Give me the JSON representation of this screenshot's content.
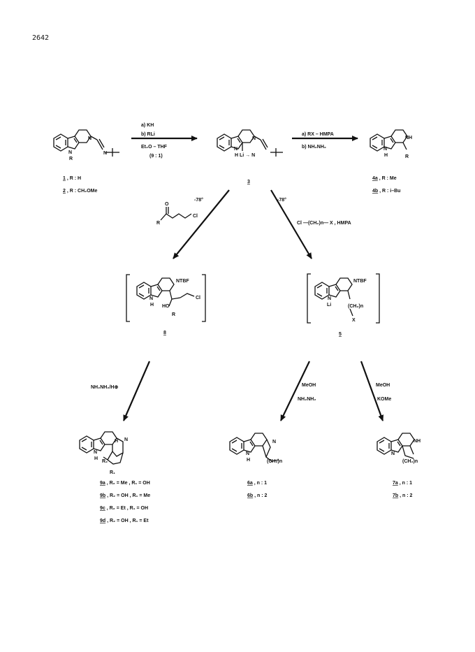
{
  "page": {
    "number": "2642"
  },
  "reaction_top_1": {
    "a": "a)  KH",
    "b": "b)  RLi",
    "solvent": "Et₂O – THF",
    "ratio": "(9 : 1)"
  },
  "reaction_top_2": {
    "a": "a)  RX – HMPA",
    "b": "b)  NH₂NH₂"
  },
  "compound_1": {
    "label": "1",
    "text": " ,  R : H"
  },
  "compound_2": {
    "label": "2",
    "text": " ,  R : CH₂OMe"
  },
  "compound_3": {
    "label": "3"
  },
  "compound_4a": {
    "label": "4a",
    "text": " ,  R : Me"
  },
  "compound_4b": {
    "label": "4b",
    "text": " ,  R : i–Bu"
  },
  "left_branch": {
    "temp": "-78°",
    "reagent_R": "R",
    "reagent_O": "O",
    "reagent_Cl": "Cl"
  },
  "right_branch": {
    "temp": "-78°",
    "reagent": "Cl —(CH₂)n— X , HMPA"
  },
  "intermediate_8": {
    "label": "8",
    "ntbf": "NTBF",
    "ho": "HO",
    "r": "R",
    "cl": "Cl",
    "nh": "N",
    "h": "H"
  },
  "intermediate_5": {
    "label": "5",
    "ntbf": "NTBF",
    "li": "Li",
    "chain": "(CH₂)n",
    "x": "X",
    "n": "N"
  },
  "step_left": {
    "reagent": "NH₂NH₂/H⊕"
  },
  "step_mid": {
    "reagent1": "MeOH",
    "reagent2": "NH₂NH₂"
  },
  "step_right": {
    "reagent1": "MeOH",
    "reagent2": "KOMe"
  },
  "products_9": [
    {
      "label": "9a",
      "text": " , R₂ = Me  , R₁ = OH"
    },
    {
      "label": "9b",
      "text": " , R₂ = OH , R₁ = Me"
    },
    {
      "label": "9c",
      "text": " , R₂ = Et  , R₁ = OH"
    },
    {
      "label": "9d",
      "text": " , R₂ = OH , R₁ = Et"
    }
  ],
  "products_6": [
    {
      "label": "6a",
      "text": " ,  n : 1"
    },
    {
      "label": "6b",
      "text": " ,  n : 2"
    }
  ],
  "products_7": [
    {
      "label": "7a",
      "text": " ,  n : 1"
    },
    {
      "label": "7b",
      "text": " ,  n : 2"
    }
  ],
  "atom_labels": {
    "N": "N",
    "NH": "NH",
    "H": "H",
    "R": "R",
    "R1": "R₁",
    "R2": "R₂",
    "Li": "Li",
    "chain_n": "(CH₂)n",
    "li_arrow": "Li → N"
  }
}
